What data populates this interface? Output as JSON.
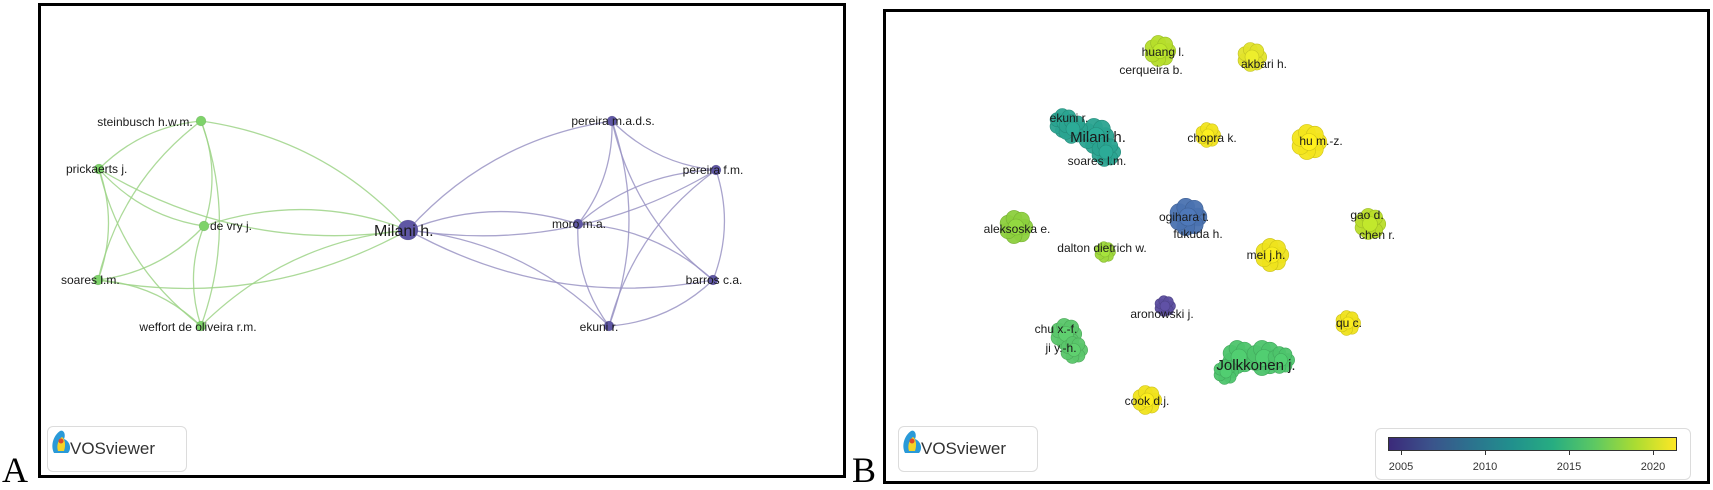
{
  "panel_a": {
    "letter": "A",
    "logo_text": "VOSviewer",
    "nodes": [
      {
        "id": "milani",
        "label": "Milani h.",
        "color": "#5f57a4",
        "major": true
      },
      {
        "id": "steinbusch",
        "label": "steinbusch h.w.m.",
        "color": "#7ed36a"
      },
      {
        "id": "prickaerts",
        "label": "prickaerts j.",
        "color": "#7ed36a"
      },
      {
        "id": "devry",
        "label": "de vry j.",
        "color": "#7ed36a"
      },
      {
        "id": "soares",
        "label": "soares l.m.",
        "color": "#7ed36a"
      },
      {
        "id": "weffort",
        "label": "weffort de oliveira r.m.",
        "color": "#7ed36a"
      },
      {
        "id": "pmads",
        "label": "pereira m.a.d.s.",
        "color": "#5f57a4"
      },
      {
        "id": "pfm",
        "label": "pereira f.m.",
        "color": "#5f57a4"
      },
      {
        "id": "moro",
        "label": "moro m.a.",
        "color": "#5f57a4"
      },
      {
        "id": "barros",
        "label": "barros c.a.",
        "color": "#5f57a4"
      },
      {
        "id": "ekuni",
        "label": "ekuni r.",
        "color": "#5f57a4"
      }
    ],
    "edges": [
      [
        "milani",
        "steinbusch",
        "green"
      ],
      [
        "milani",
        "prickaerts",
        "green"
      ],
      [
        "milani",
        "devry",
        "green"
      ],
      [
        "milani",
        "soares",
        "green"
      ],
      [
        "milani",
        "weffort",
        "green"
      ],
      [
        "milani",
        "pmads",
        "purple"
      ],
      [
        "milani",
        "pfm",
        "purple"
      ],
      [
        "milani",
        "moro",
        "purple"
      ],
      [
        "milani",
        "barros",
        "purple"
      ],
      [
        "milani",
        "ekuni",
        "purple"
      ],
      [
        "steinbusch",
        "prickaerts",
        "green"
      ],
      [
        "steinbusch",
        "devry",
        "green"
      ],
      [
        "steinbusch",
        "soares",
        "green"
      ],
      [
        "steinbusch",
        "weffort",
        "green"
      ],
      [
        "prickaerts",
        "devry",
        "green"
      ],
      [
        "prickaerts",
        "soares",
        "green"
      ],
      [
        "prickaerts",
        "weffort",
        "green"
      ],
      [
        "devry",
        "soares",
        "green"
      ],
      [
        "devry",
        "weffort",
        "green"
      ],
      [
        "soares",
        "weffort",
        "green"
      ],
      [
        "pmads",
        "pfm",
        "purple"
      ],
      [
        "pmads",
        "moro",
        "purple"
      ],
      [
        "pmads",
        "barros",
        "purple"
      ],
      [
        "pmads",
        "ekuni",
        "purple"
      ],
      [
        "pfm",
        "moro",
        "purple"
      ],
      [
        "pfm",
        "barros",
        "purple"
      ],
      [
        "pfm",
        "ekuni",
        "purple"
      ],
      [
        "moro",
        "barros",
        "purple"
      ],
      [
        "moro",
        "ekuni",
        "purple"
      ],
      [
        "barros",
        "ekuni",
        "purple"
      ]
    ]
  },
  "panel_b": {
    "letter": "B",
    "logo_text": "VOSviewer",
    "legend": {
      "ticks": [
        "2005",
        "2010",
        "2015",
        "2020"
      ]
    },
    "clusters": [
      {
        "id": "huang",
        "labels": [
          "huang l.",
          "cerqueira b."
        ],
        "color": "#b5dd2b",
        "year": 2018
      },
      {
        "id": "akbari",
        "labels": [
          "akbari h."
        ],
        "color": "#e2e32a",
        "year": 2020
      },
      {
        "id": "milani",
        "labels": [
          "ekuni r.",
          "Milani h.",
          "soares l.m."
        ],
        "color": "#2aa390",
        "year": 2013
      },
      {
        "id": "chopra",
        "labels": [
          "chopra k."
        ],
        "color": "#f1e41d",
        "year": 2021
      },
      {
        "id": "hu",
        "labels": [
          "hu m.-z."
        ],
        "color": "#f3e51c",
        "year": 2021
      },
      {
        "id": "ogihara",
        "labels": [
          "ogihara t.",
          "fukuda h."
        ],
        "color": "#4a72b0",
        "year": 2008
      },
      {
        "id": "aleksoska",
        "labels": [
          "aleksoska e."
        ],
        "color": "#8ccf3d",
        "year": 2017
      },
      {
        "id": "dalton",
        "labels": [
          "dalton dietrich w."
        ],
        "color": "#9ed83a",
        "year": 2017
      },
      {
        "id": "gao",
        "labels": [
          "gao d.",
          "chen r."
        ],
        "color": "#b9dd2a",
        "year": 2019
      },
      {
        "id": "mei",
        "labels": [
          "mei j.h."
        ],
        "color": "#eee31c",
        "year": 2021
      },
      {
        "id": "aronowski",
        "labels": [
          "aronowski j."
        ],
        "color": "#5b4d9e",
        "year": 2006
      },
      {
        "id": "qu",
        "labels": [
          "qu c."
        ],
        "color": "#efe21d",
        "year": 2021
      },
      {
        "id": "chu",
        "labels": [
          "chu x.-f.",
          "ji y.-h."
        ],
        "color": "#5ac66a",
        "year": 2015
      },
      {
        "id": "jolkkonen",
        "labels": [
          "Jolkkonen j."
        ],
        "color": "#4dc46c",
        "year": 2014
      },
      {
        "id": "cook",
        "labels": [
          "cook d.j."
        ],
        "color": "#f0e31c",
        "year": 2021
      }
    ]
  }
}
